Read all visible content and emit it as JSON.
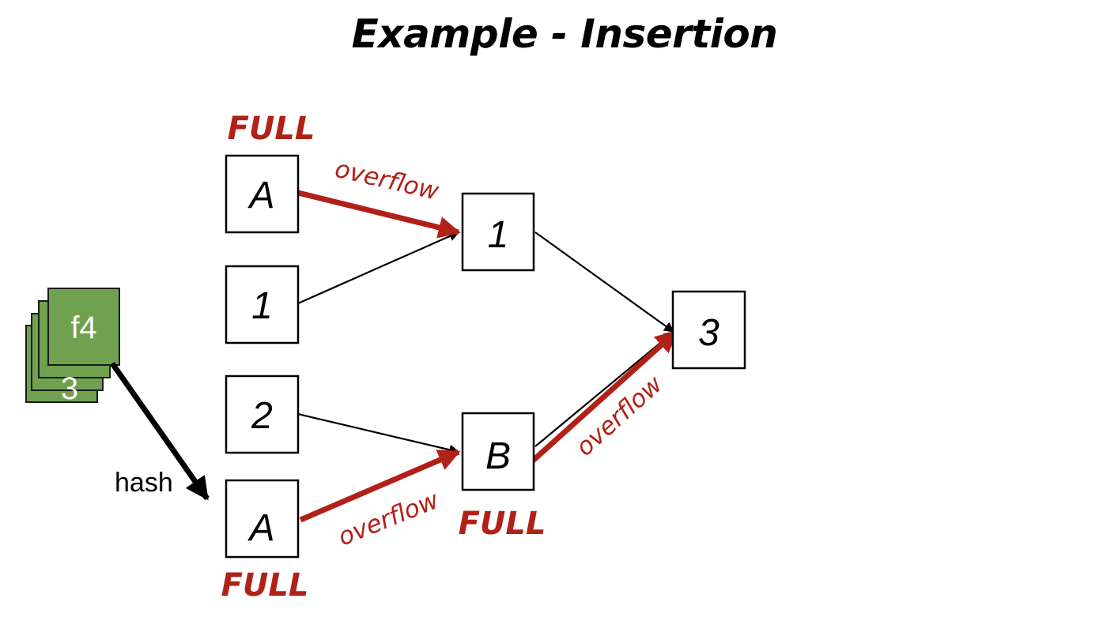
{
  "title": "Example - Insertion",
  "nodes": {
    "bucket_a_top": "A",
    "bucket_1": "1",
    "bucket_2": "2",
    "bucket_a_bottom": "A",
    "node_1": "1",
    "node_b": "B",
    "node_3": "3"
  },
  "labels": {
    "full_top": "FULL",
    "full_bottom": "FULL",
    "full_b": "FULL",
    "overflow_top": "overflow",
    "overflow_bottom": "overflow",
    "overflow_right": "overflow",
    "hash": "hash"
  },
  "stack": {
    "front_card": "f4",
    "back_card": "3"
  },
  "colors": {
    "accent_red": "#b22118",
    "card_green": "#70a14f"
  }
}
